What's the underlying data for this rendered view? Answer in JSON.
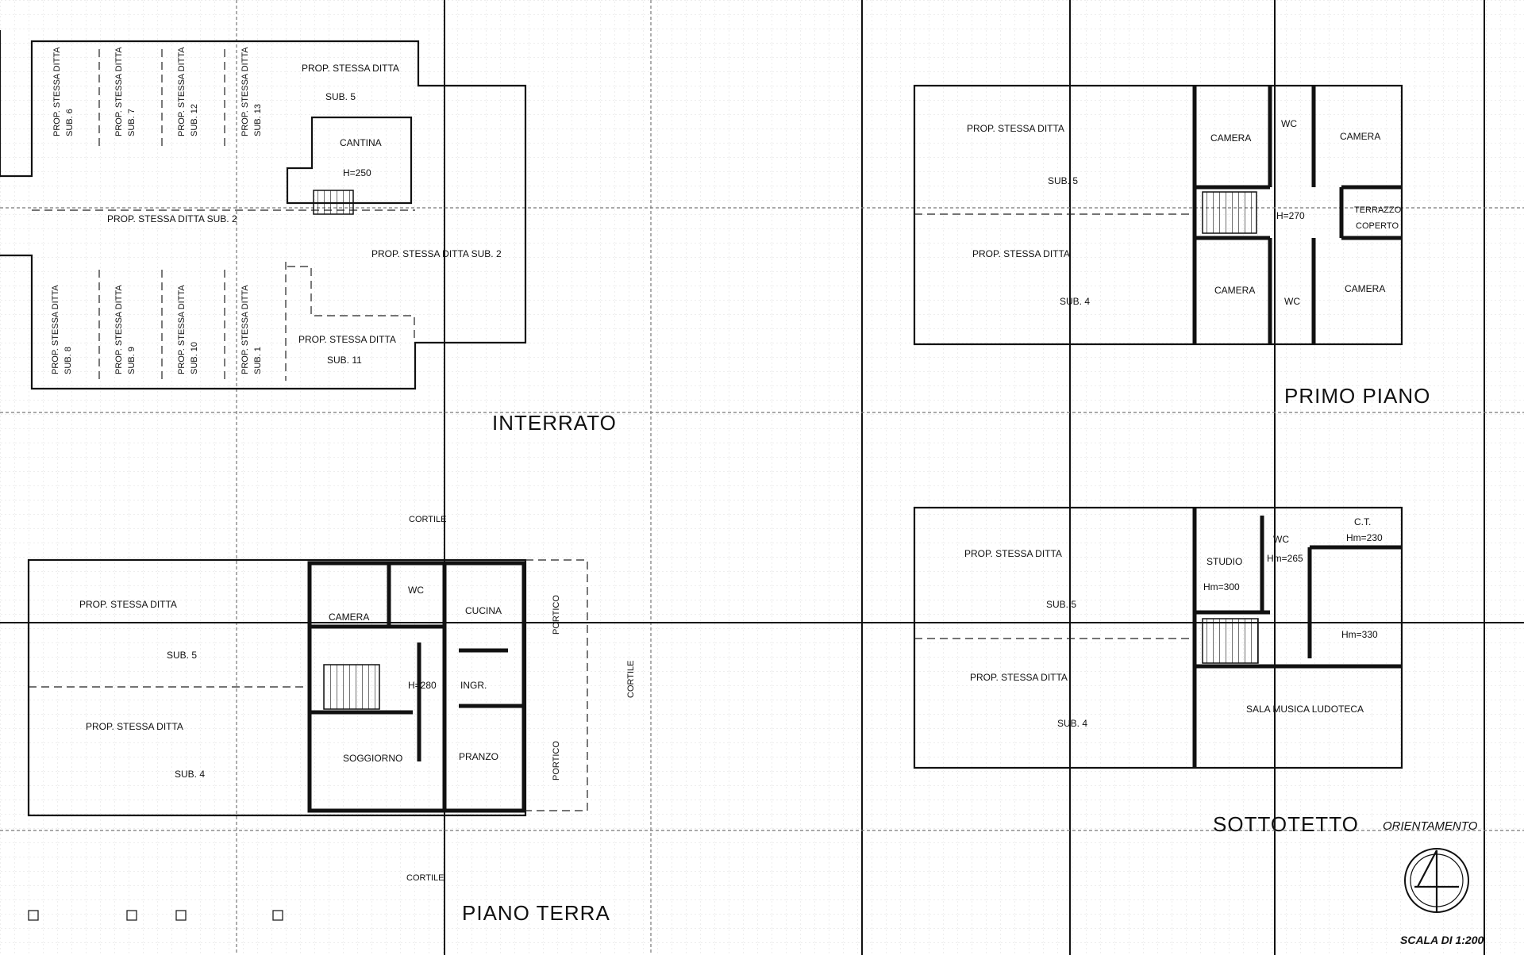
{
  "interrato": {
    "title": "INTERRATO",
    "sub6": "PROP. STESSA DITTA\nSUB. 6",
    "sub7": "PROP. STESSA DITTA\nSUB. 7",
    "sub12": "PROP. STESSA DITTA\nSUB. 12",
    "sub13": "PROP. STESSA DITTA\nSUB. 13",
    "sub5_a": "PROP. STESSA DITTA",
    "sub5_b": "SUB. 5",
    "cantina": "CANTINA",
    "cantina_h": "H=250",
    "sub2_left": "PROP. STESSA DITTA SUB. 2",
    "sub2_right": "PROP. STESSA DITTA SUB. 2",
    "sub8": "PROP. STESSA DITTA\nSUB. 8",
    "sub9": "PROP. STESSA DITTA\nSUB. 9",
    "sub10": "PROP. STESSA DITTA\nSUB. 10",
    "sub1": "PROP. STESSA DITTA\nSUB. 1",
    "sub11_a": "PROP. STESSA DITTA",
    "sub11_b": "SUB. 11"
  },
  "primo_piano": {
    "title": "PRIMO  PIANO",
    "sub5_a": "PROP. STESSA DITTA",
    "sub5_b": "SUB. 5",
    "sub4_a": "PROP. STESSA DITTA",
    "sub4_b": "SUB. 4",
    "camera1": "CAMERA",
    "wc1": "WC",
    "camera2": "CAMERA",
    "height": "H=270",
    "terrazzo_a": "TERRAZZO",
    "terrazzo_b": "COPERTO",
    "camera3": "CAMERA",
    "wc2": "WC",
    "camera4": "CAMERA"
  },
  "piano_terra": {
    "title": "PIANO  TERRA",
    "cortile_top": "CORTILE",
    "cortile_right": "CORTILE",
    "cortile_bottom": "CORTILE",
    "sub5_a": "PROP. STESSA DITTA",
    "sub5_b": "SUB. 5",
    "sub4_a": "PROP. STESSA DITTA",
    "sub4_b": "SUB. 4",
    "camera": "CAMERA",
    "wc": "WC",
    "cucina": "CUCINA",
    "portico_top": "PORTICO",
    "height": "H=280",
    "ingresso": "INGR.",
    "soggiorno": "SOGGIORNO",
    "pranzo": "PRANZO",
    "portico_bottom": "PORTICO"
  },
  "sottotetto": {
    "title": "SOTTOTETTO",
    "sub5_a": "PROP. STESSA DITTA",
    "sub5_b": "SUB. 5",
    "sub4_a": "PROP. STESSA DITTA",
    "sub4_b": "SUB. 4",
    "studio": "STUDIO",
    "studio_h": "Hm=300",
    "wc": "WC",
    "wc_h": "Hm=265",
    "ct": "C.T.",
    "ct_h": "Hm=230",
    "hall_h": "Hm=330",
    "sala": "SALA  MUSICA  LUDOTECA"
  },
  "legend": {
    "orientamento": "ORIENTAMENTO",
    "scala": "SCALA DI 1:200",
    "north_icon": "north-arrow-icon"
  }
}
